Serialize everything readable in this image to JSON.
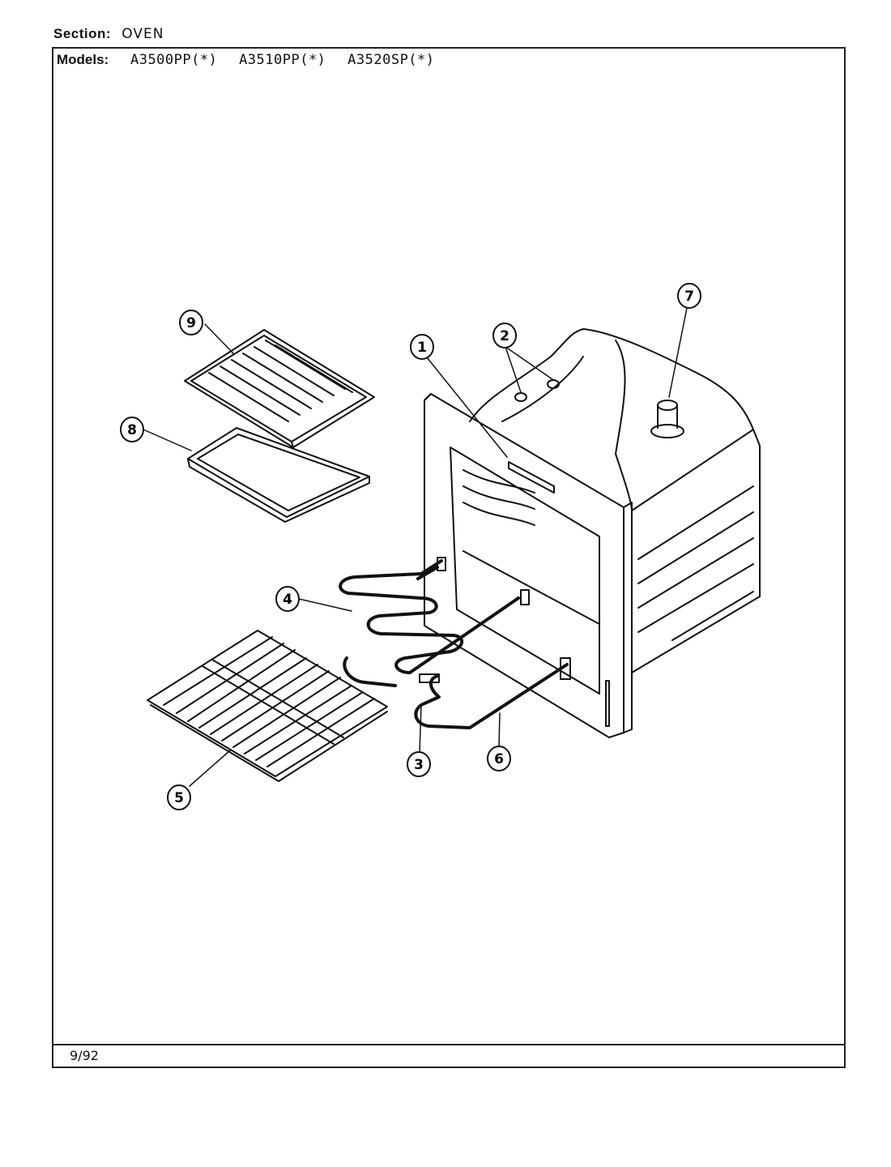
{
  "header": {
    "section_label": "Section:",
    "section_value": "OVEN",
    "models_label": "Models:",
    "models": [
      "A3500PP(*)",
      "A3510PP(*)",
      "A3520SP(*)"
    ]
  },
  "footer": {
    "date": "9/92"
  },
  "callouts": [
    "1",
    "2",
    "3",
    "4",
    "5",
    "6",
    "7",
    "8",
    "9"
  ]
}
